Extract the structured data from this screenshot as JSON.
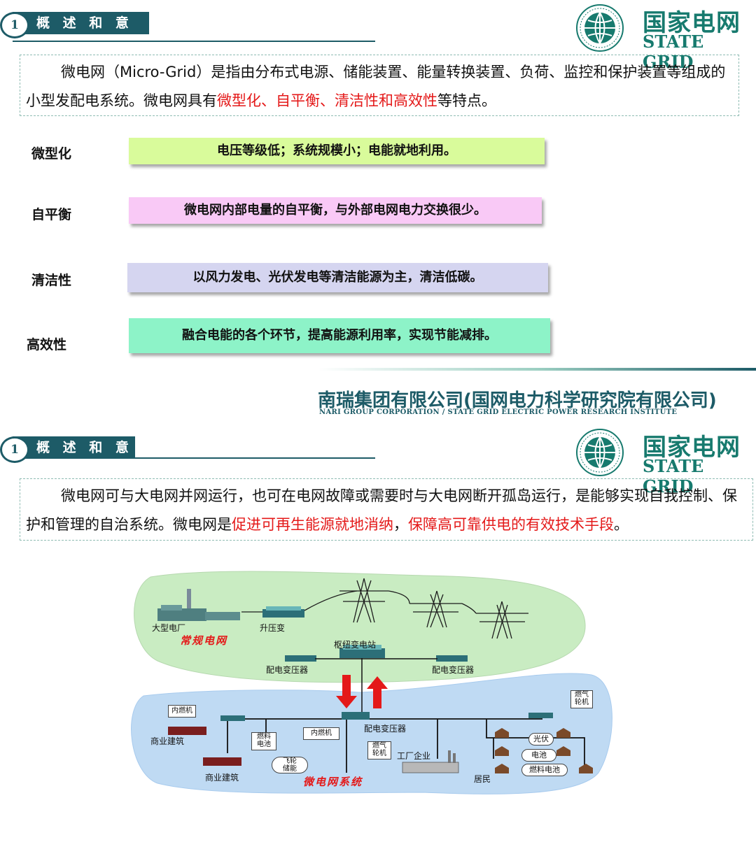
{
  "slide1": {
    "header": {
      "number": "1",
      "title": "概 述 和 意 义"
    },
    "logo": {
      "cn": "国家电网",
      "en": "STATE GRID"
    },
    "intro": {
      "part1": "微电网（Micro-Grid）是指由分布式电源、储能装置、能量转换装置、负荷、监控和保护装置等组成的小型发配电系统。微电网具有",
      "highlight": "微型化、自平衡、清洁性和高效性",
      "part2": "等特点。"
    },
    "features": [
      {
        "label": "微型化",
        "text": "电压等级低；系统规模小；电能就地利用。",
        "color": "#d9fb9b"
      },
      {
        "label": "自平衡",
        "text": "微电网内部电量的自平衡，与外部电网电力交换很少。",
        "color": "#f9c9f6"
      },
      {
        "label": "清洁性",
        "text": "以风力发电、光伏发电等清洁能源为主，清洁低碳。",
        "color": "#d5d5f0"
      },
      {
        "label": "高效性",
        "text": "融合电能的各个环节，提高能源利用率，实现节能减排。",
        "color": "#8df3c8"
      }
    ]
  },
  "footer": {
    "company_cn": "南瑞集团有限公司(国网电力科学研究院有限公司)",
    "company_en": "NARI GROUP CORPORATION / STATE GRID ELECTRIC POWER RESEARCH INSTITUTE"
  },
  "slide2": {
    "header": {
      "number": "1",
      "title": "概 述 和 意 义"
    },
    "logo": {
      "cn": "国家电网",
      "en": "STATE GRID"
    },
    "intro": {
      "part1": "微电网可与大电网并网运行，也可在电网故障或需要时与大电网断开孤岛运行，是能够实现自我控制、保护和管理的自治系统。微电网是",
      "highlight1": "促进可再生能源就地消纳",
      "sep": "，",
      "highlight2": "保障高可靠供电的有效技术手段",
      "part2": "。"
    },
    "diagram": {
      "grid_title": "常规电网",
      "micro_title": "微电网系统",
      "labels": {
        "power_plant": "大型电厂",
        "step_up": "升压变",
        "hub_substation": "枢纽变电站",
        "dist_left": "配电变压器",
        "dist_right": "配电变压器",
        "dist_center": "配电变压器",
        "commercial1": "商业建筑",
        "commercial2": "商业建筑",
        "factory": "工厂企业",
        "residents": "居民"
      },
      "boxes": {
        "ice1": "内燃机",
        "fuel_cell1": "燃料\n电池",
        "ice2": "内燃机",
        "gas_turbine1": "燃气\n轮机",
        "gas_turbine2": "燃气\n轮机",
        "flywheel": "飞轮\n储能",
        "pv": "光伏",
        "battery": "电池",
        "fuel_cell2": "燃料电池"
      }
    }
  }
}
